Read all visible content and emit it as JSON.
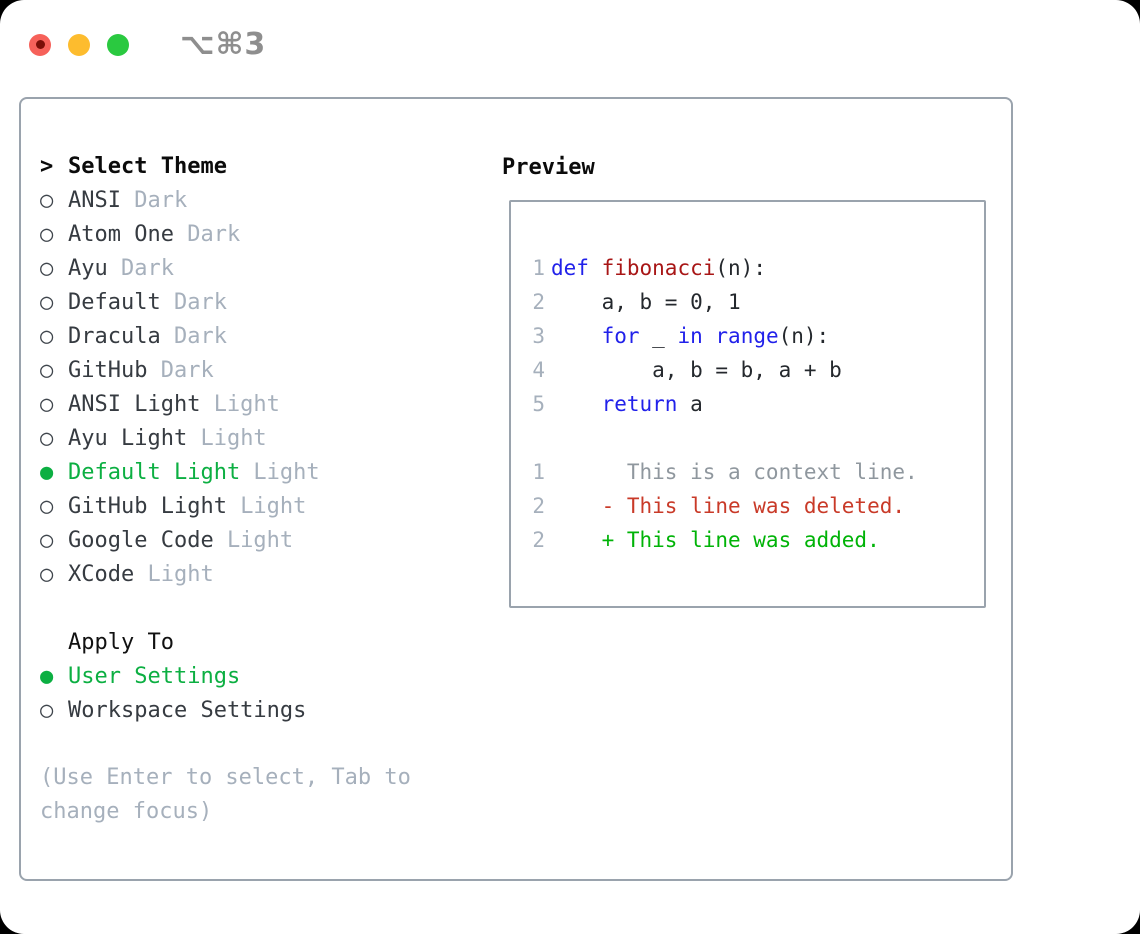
{
  "window": {
    "title": "⌥⌘3"
  },
  "markers": {
    "focus": ">",
    "selected": "●",
    "unselected": "○"
  },
  "theme_selector": {
    "header": "Select Theme",
    "items": [
      {
        "label": "ANSI",
        "variant": "Dark",
        "selected": false
      },
      {
        "label": "Atom One",
        "variant": "Dark",
        "selected": false
      },
      {
        "label": "Ayu",
        "variant": "Dark",
        "selected": false
      },
      {
        "label": "Default",
        "variant": "Dark",
        "selected": false
      },
      {
        "label": "Dracula",
        "variant": "Dark",
        "selected": false
      },
      {
        "label": "GitHub",
        "variant": "Dark",
        "selected": false
      },
      {
        "label": "ANSI Light",
        "variant": "Light",
        "selected": false
      },
      {
        "label": "Ayu Light",
        "variant": "Light",
        "selected": false
      },
      {
        "label": "Default Light",
        "variant": "Light",
        "selected": true
      },
      {
        "label": "GitHub Light",
        "variant": "Light",
        "selected": false
      },
      {
        "label": "Google Code",
        "variant": "Light",
        "selected": false
      },
      {
        "label": "XCode",
        "variant": "Light",
        "selected": false
      }
    ]
  },
  "apply_to": {
    "header": "Apply To",
    "options": [
      {
        "label": "User Settings",
        "selected": true
      },
      {
        "label": "Workspace Settings",
        "selected": false
      }
    ]
  },
  "help_text": "(Use Enter to select, Tab to change focus)",
  "preview": {
    "header": "Preview",
    "lines": [
      {
        "num": "1",
        "tokens": [
          {
            "t": "def",
            "c": "kw"
          },
          {
            "t": " ",
            "c": "pl"
          },
          {
            "t": "fibonacci",
            "c": "fn"
          },
          {
            "t": "(n):",
            "c": "pl"
          }
        ]
      },
      {
        "num": "2",
        "tokens": [
          {
            "t": "    a, b = 0, 1",
            "c": "pl"
          }
        ]
      },
      {
        "num": "3",
        "tokens": [
          {
            "t": "    ",
            "c": "pl"
          },
          {
            "t": "for",
            "c": "kw"
          },
          {
            "t": " _ ",
            "c": "pl"
          },
          {
            "t": "in",
            "c": "kw"
          },
          {
            "t": " ",
            "c": "pl"
          },
          {
            "t": "range",
            "c": "kw"
          },
          {
            "t": "(n):",
            "c": "pl"
          }
        ]
      },
      {
        "num": "4",
        "tokens": [
          {
            "t": "        a, b = b, a + b",
            "c": "pl"
          }
        ]
      },
      {
        "num": "5",
        "tokens": [
          {
            "t": "    ",
            "c": "pl"
          },
          {
            "t": "return",
            "c": "kw"
          },
          {
            "t": " a",
            "c": "pl"
          }
        ]
      },
      {
        "num": "",
        "tokens": []
      },
      {
        "num": "1",
        "kind": "context",
        "tokens": [
          {
            "t": "      This is a context line.",
            "c": "ctx"
          }
        ]
      },
      {
        "num": "2",
        "kind": "deleted",
        "tokens": [
          {
            "t": "    - This line was deleted.",
            "c": "del"
          }
        ]
      },
      {
        "num": "2",
        "kind": "added",
        "tokens": [
          {
            "t": "    + This line was added.",
            "c": "add"
          }
        ]
      }
    ]
  },
  "colors": {
    "selection_green": "#0caf42",
    "added_green": "#00b307",
    "deleted_red": "#c93a28",
    "keyword_blue": "#2121ea",
    "function_red": "#a81616",
    "muted_gray": "#a6b0bc",
    "border_gray": "#9aa3ad"
  }
}
